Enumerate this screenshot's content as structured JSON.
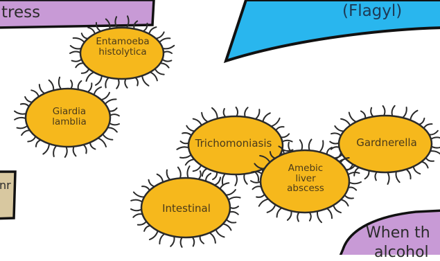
{
  "top_left_banner": {
    "text": "tress",
    "color": "#c89ad6"
  },
  "top_right_banner": {
    "text": "(Flagyl)",
    "color": "#29b6ee"
  },
  "left_tab": {
    "text": "nr",
    "color": "#d8c8a0"
  },
  "bottom_right_banner": {
    "line1": "When th",
    "line2": "alcohol",
    "color": "#c89ad6"
  },
  "organisms": [
    {
      "id": "entamoeba",
      "lines": [
        "Entamoeba",
        "histolytica"
      ]
    },
    {
      "id": "giardia",
      "lines": [
        "Giardia",
        "lamblia"
      ]
    },
    {
      "id": "trichomoniasis",
      "lines": [
        "Trichomoniasis"
      ]
    },
    {
      "id": "gardnerella",
      "lines": [
        "Gardnerella"
      ]
    },
    {
      "id": "amebic",
      "lines": [
        "Amebic",
        "liver",
        "abscess"
      ]
    },
    {
      "id": "intestinal",
      "lines": [
        "Intestinal"
      ]
    }
  ],
  "colors": {
    "blob_fill": "#f6b81c",
    "blob_stroke": "#2a2a2a",
    "label_text": "#4a3a1a"
  }
}
